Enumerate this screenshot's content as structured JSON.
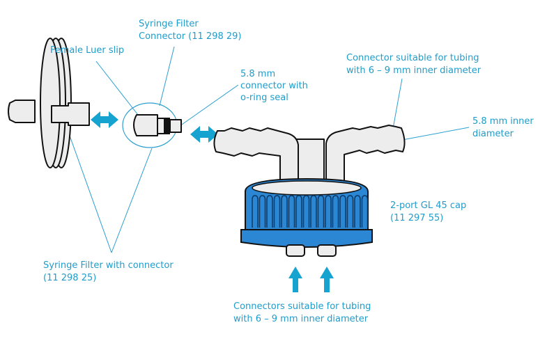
{
  "labels": {
    "syringe_filter_connector": [
      "Syringe Filter",
      "Connector (11 298 29)"
    ],
    "female_luer_slip": "Female Luer slip",
    "oring_connector": [
      "5.8 mm",
      "connector with",
      "o-ring seal"
    ],
    "top_tubing_connector": [
      "Connector suitable for tubing",
      "with 6 – 9 mm inner diameter"
    ],
    "inner_diameter": [
      "5.8 mm inner",
      "diameter"
    ],
    "cap": [
      "2-port GL 45 cap",
      "(11 297 55)"
    ],
    "syringe_filter_with_connector": [
      "Syringe Filter with connector",
      "(11 298 25)"
    ],
    "bottom_connectors": [
      "Connectors suitable for tubing",
      "with 6 – 9 mm inner diameter"
    ]
  },
  "colors": {
    "text": "#1f9ccb",
    "arrow": "#17a3cf",
    "cap": "#2b86d4"
  }
}
